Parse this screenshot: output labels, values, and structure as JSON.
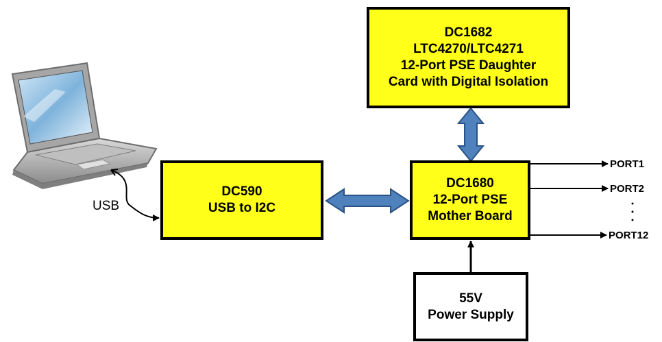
{
  "blocks": {
    "daughter_card": {
      "lines": [
        "DC1682",
        "LTC4270/LTC4271",
        "12-Port PSE Daughter",
        "Card with Digital Isolation"
      ]
    },
    "usb_i2c": {
      "lines": [
        "DC590",
        "USB to I2C"
      ]
    },
    "mother_board": {
      "lines": [
        "DC1680",
        "12-Port PSE",
        "Mother Board"
      ]
    },
    "power_supply": {
      "lines": [
        "55V",
        "Power Supply"
      ]
    }
  },
  "labels": {
    "usb": "USB",
    "port1": "PORT1",
    "port2": "PORT2",
    "port12": "PORT12"
  },
  "colors": {
    "block_fill": "#ffff1a",
    "arrow_fill": "#4f81bd",
    "arrow_stroke": "#2a5286"
  },
  "icons": [
    "laptop-icon"
  ]
}
